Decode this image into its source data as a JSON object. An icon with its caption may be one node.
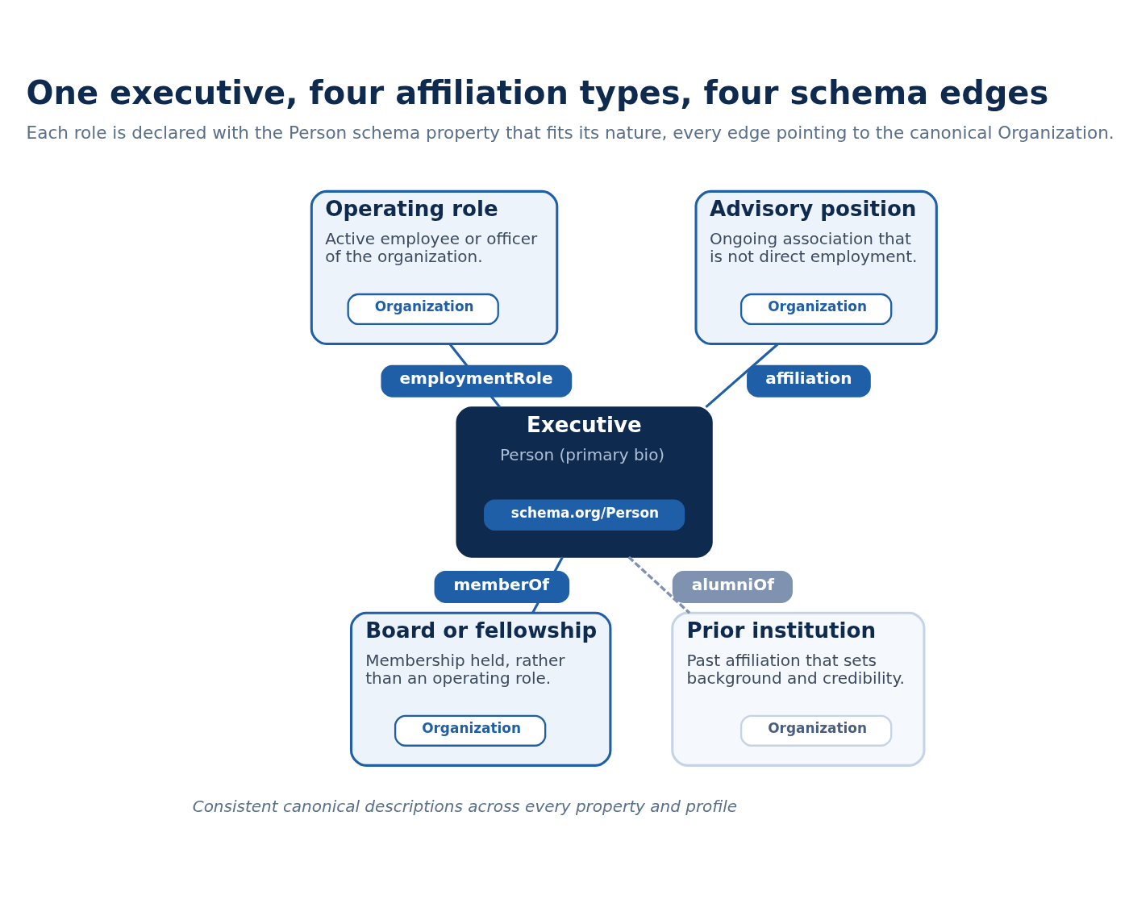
{
  "diagram": {
    "title": "One executive, four affiliation types, four schema edges",
    "caption": "Each role is declared with the Person schema property that fits its nature, every edge pointing to the canonical Organization.",
    "nodes": [
      {
        "text": [
          "Operating role",
          "Active employee or officer of the organization."
        ]
      },
      {
        "text": [
          "Organization"
        ],
        "in": 0
      },
      {
        "text": [
          "Advisory position",
          "Ongoing association that is not direct employment."
        ]
      },
      {
        "text": [
          "Organization"
        ],
        "in": 2
      },
      {
        "text": [
          "Executive",
          "Person (primary bio)"
        ]
      },
      {
        "text": [
          "schema.org/Person"
        ],
        "in": 4
      },
      {
        "text": [
          "Board or fellowship",
          "Membership held, rather than an operating role."
        ]
      },
      {
        "text": [
          "Organization"
        ],
        "in": 6
      },
      {
        "text": [
          "Prior institution",
          "Past affiliation that sets background and credibility."
        ]
      },
      {
        "text": [
          "Organization"
        ],
        "in": 8
      }
    ],
    "edges": [
      {
        "from": 0,
        "to": 4,
        "arrow": "none",
        "label": "employmentRole"
      },
      {
        "from": 2,
        "to": 4,
        "arrow": "none",
        "label": "affiliation"
      },
      {
        "from": 4,
        "to": 6,
        "arrow": "none",
        "label": "memberOf"
      },
      {
        "from": 4,
        "to": 8,
        "arrow": "none",
        "label": "alumniOf",
        "style": "dashed",
        "color": "#7f93b0"
      }
    ],
    "labels": [
      "Consistent canonical descriptions across every property and profile"
    ]
  }
}
